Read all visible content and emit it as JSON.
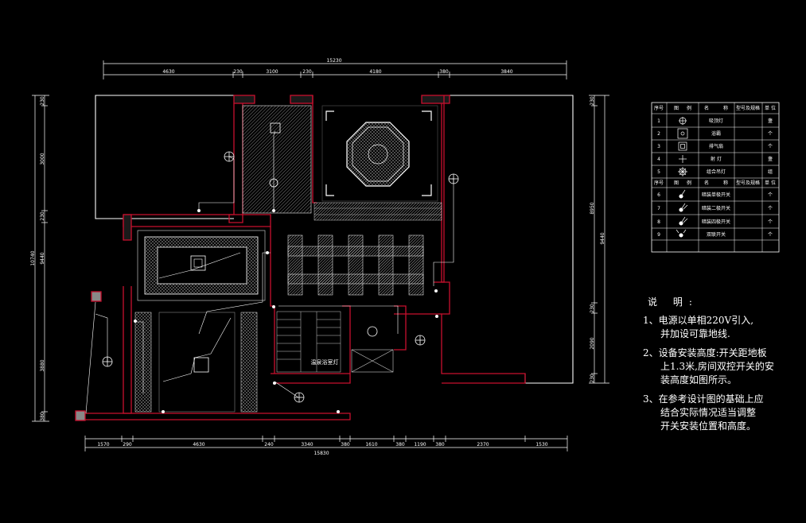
{
  "dims_top": {
    "total": "15230",
    "segments": [
      "4630",
      "230",
      "3100",
      "230",
      "4180",
      "380",
      "3840"
    ]
  },
  "dims_bottom": {
    "total": "15830",
    "segments": [
      "1570",
      "290",
      "4630",
      "240",
      "3340",
      "380",
      "1610",
      "380",
      "1190",
      "380",
      "2370",
      "1530"
    ]
  },
  "dims_left": {
    "total": "10740",
    "total2": "9440",
    "segments": [
      "230",
      "3000",
      "230",
      "3880",
      "380"
    ]
  },
  "dims_right": {
    "total": "8950",
    "total2": "9440",
    "segments": [
      "230",
      "230",
      "2090",
      "230"
    ]
  },
  "room_label": "温泉浴室灯",
  "legend": {
    "headers": [
      "序号",
      "图",
      "例",
      "名",
      "称",
      "型号及规格",
      "单 位"
    ],
    "rows": [
      {
        "no": "1",
        "name": "吸顶灯",
        "unit": "盏",
        "icon": "ceiling-light-icon"
      },
      {
        "no": "2",
        "name": "浴霸",
        "unit": "个",
        "icon": "bath-heater-icon"
      },
      {
        "no": "3",
        "name": "排气扇",
        "unit": "个",
        "icon": "exhaust-fan-icon"
      },
      {
        "no": "4",
        "name": "射 灯",
        "unit": "盏",
        "icon": "spotlight-icon"
      },
      {
        "no": "5",
        "name": "组合吊灯",
        "unit": "组",
        "icon": "chandelier-icon"
      }
    ],
    "headers2": [
      "序号",
      "图",
      "例",
      "名",
      "称",
      "型号及规格",
      "单 位"
    ],
    "rows2": [
      {
        "no": "6",
        "name": "暗装单极开关",
        "unit": "个",
        "icon": "single-switch-icon"
      },
      {
        "no": "7",
        "name": "暗装二极开关",
        "unit": "个",
        "icon": "double-switch-icon"
      },
      {
        "no": "8",
        "name": "暗装四极开关",
        "unit": "个",
        "icon": "quad-switch-icon"
      },
      {
        "no": "9",
        "name": "双联开关",
        "unit": "个",
        "icon": "two-way-switch-icon"
      }
    ]
  },
  "notes": {
    "title": "说 明:",
    "items": [
      {
        "first": "1、电源以单相220V引入,",
        "cont": [
          "并加设可靠地线."
        ]
      },
      {
        "first": "2、设备安装高度:开关距地板",
        "cont": [
          "上1.3米,房间双控开关的安",
          "装高度如图所示。"
        ]
      },
      {
        "first": "3、在参考设计图的基础上应",
        "cont": [
          "结合实际情况适当调整",
          "开关安装位置和高度。"
        ]
      }
    ]
  },
  "colors": {
    "background": "#000000",
    "wall": "#c8102e",
    "line": "#ffffff"
  }
}
